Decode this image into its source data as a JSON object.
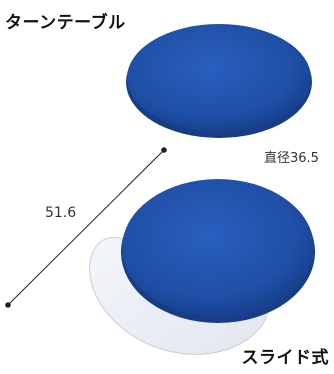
{
  "top_label": "ターンテーブル",
  "bottom_label": "スライド式",
  "diameter_label": "直径36.5",
  "length_label": "51.6",
  "colors": {
    "disc_blue": "#1f4fa6",
    "disc_blue_dark": "#163d86",
    "sheet_white": "#eef1f6",
    "sheet_edge": "#c9ced8",
    "line": "#222222"
  }
}
